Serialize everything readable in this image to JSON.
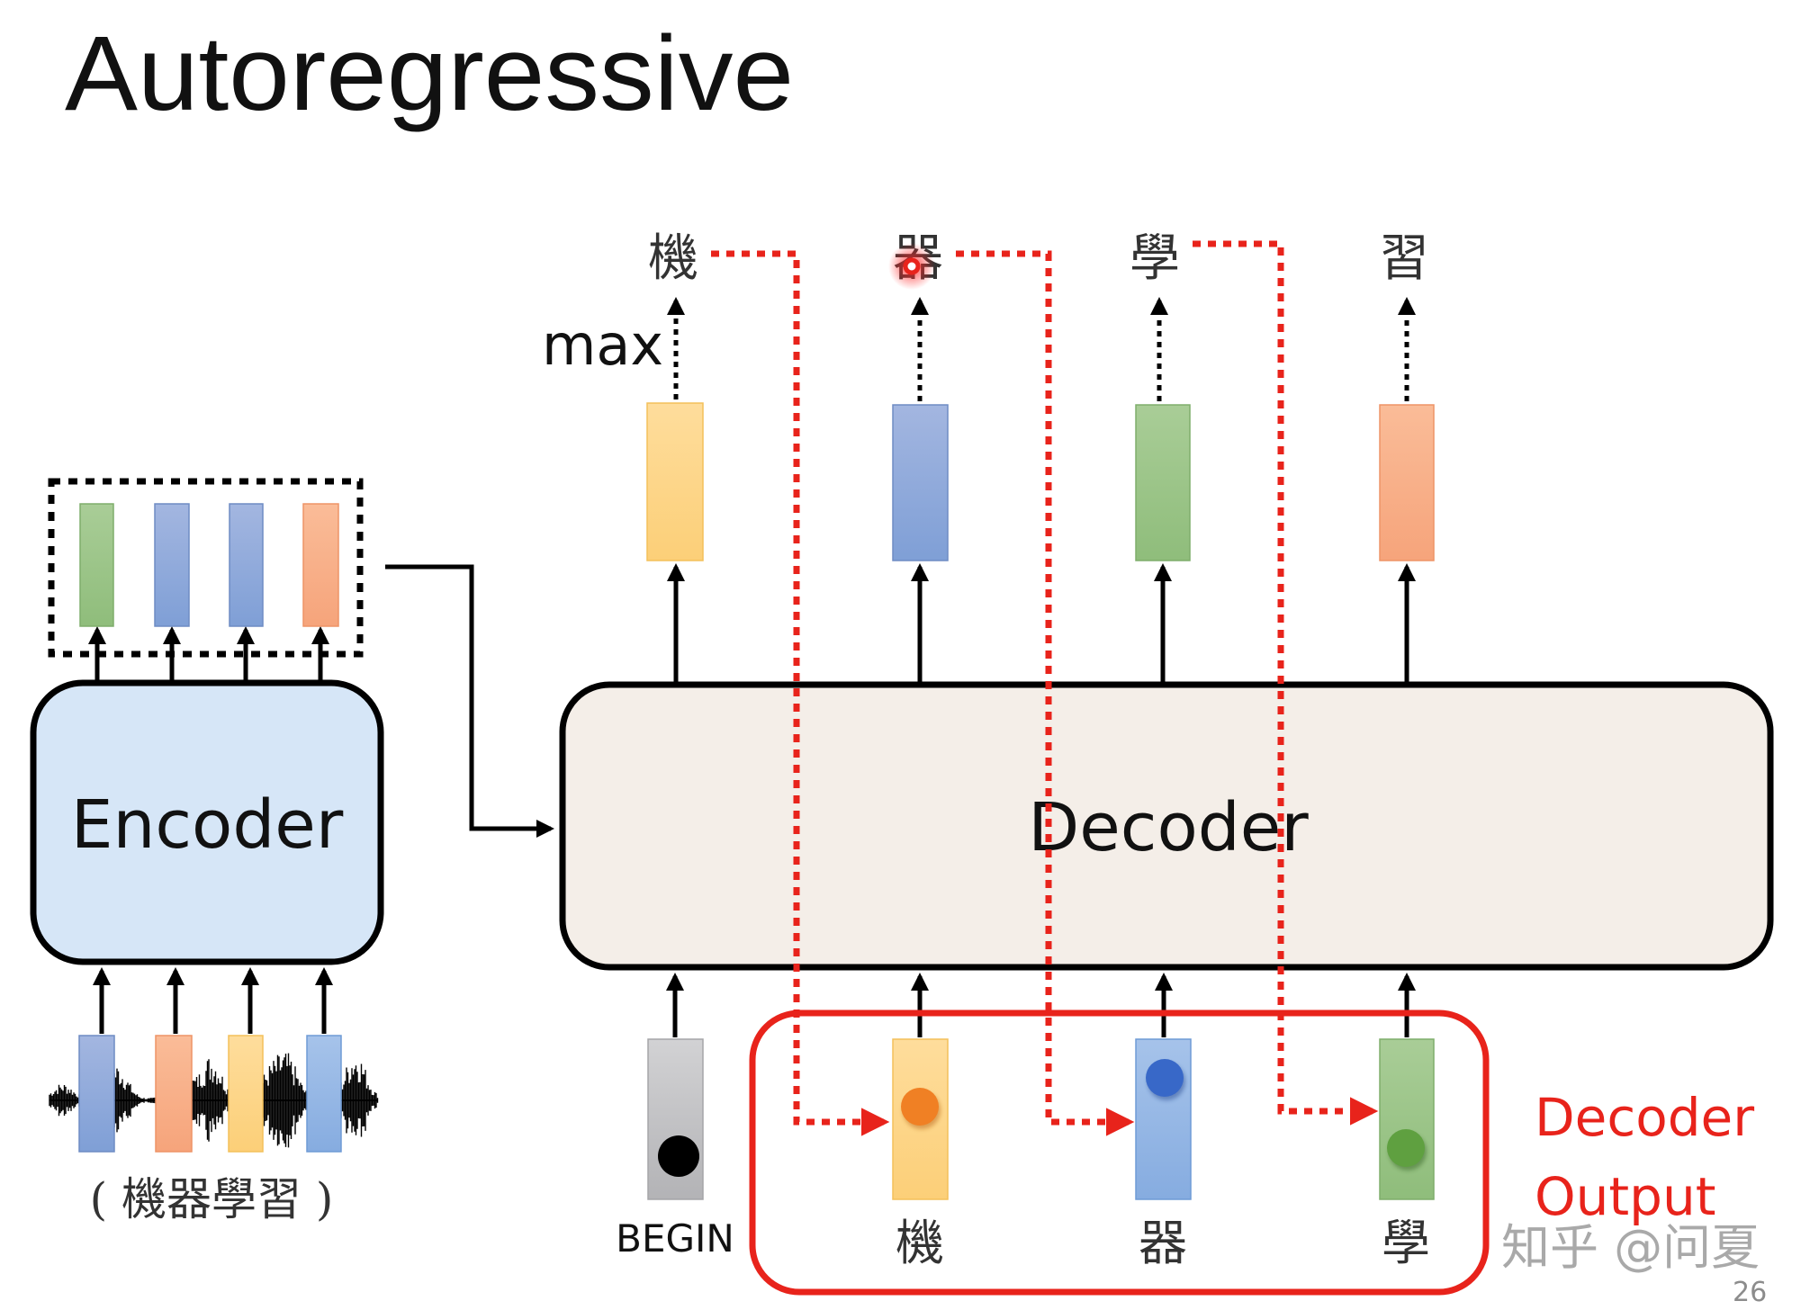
{
  "slide": {
    "title": "Autoregressive",
    "page_number": "26",
    "watermark": "知乎 @问夏"
  },
  "colors": {
    "accent_red": "#e8231b",
    "encoder_fill": "#d6e6f7",
    "decoder_fill": "#f4eee8",
    "vec_green": "#9cc48a",
    "vec_blue": "#8faad9",
    "vec_light_blue": "#93b7e3",
    "vec_orange": "#f8b08a",
    "vec_yellow": "#fdd68a",
    "vec_gray": "#c4c4c6"
  },
  "encoder": {
    "label": "Encoder",
    "input_label": "( 機器學習 )",
    "input_vectors": [
      "blue",
      "orange",
      "yellow",
      "light_blue"
    ],
    "output_vectors": [
      "green",
      "blue",
      "blue",
      "orange"
    ]
  },
  "decoder": {
    "label": "Decoder",
    "max_label": "max",
    "outputs": [
      {
        "char": "機",
        "vector": "yellow"
      },
      {
        "char": "器",
        "vector": "blue"
      },
      {
        "char": "學",
        "vector": "green"
      },
      {
        "char": "習",
        "vector": "orange"
      }
    ],
    "inputs": [
      {
        "label": "BEGIN",
        "vector": "gray",
        "dot": "black"
      },
      {
        "label": "機",
        "vector": "yellow",
        "dot": "orange"
      },
      {
        "label": "器",
        "vector": "light_blue",
        "dot": "blue"
      },
      {
        "label": "學",
        "vector": "green",
        "dot": "green"
      }
    ]
  },
  "annotation": {
    "line1": "Decoder",
    "line2": "Output"
  }
}
